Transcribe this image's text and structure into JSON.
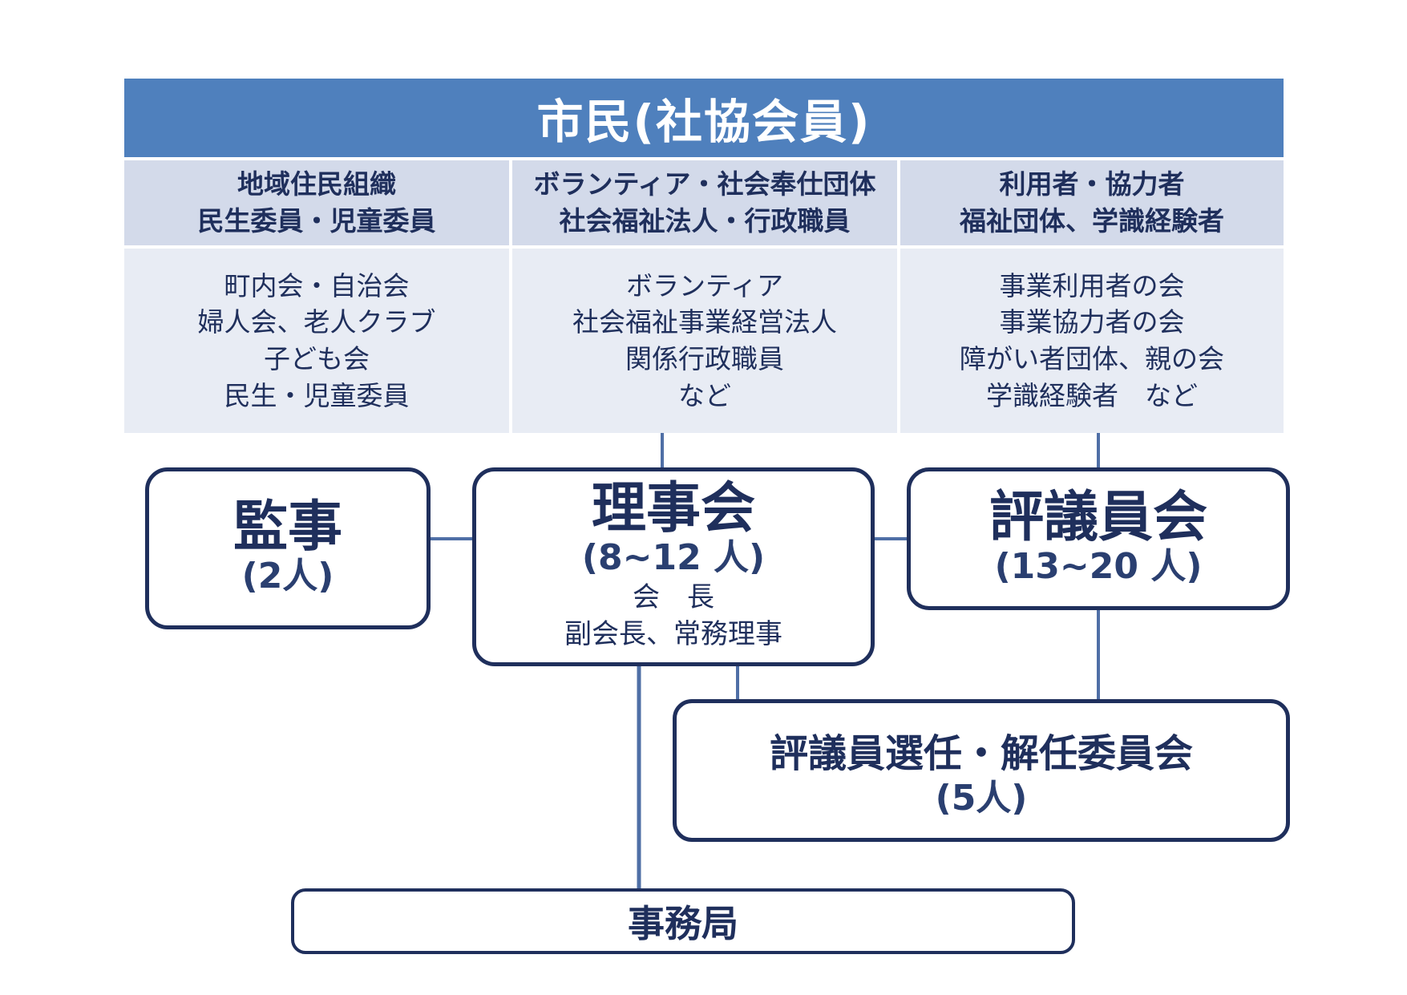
{
  "header": {
    "title": "市民(社協会員)"
  },
  "categories": [
    {
      "line1": "地域住民組織",
      "line2": "民生委員・児童委員"
    },
    {
      "line1": "ボランティア・社会奉仕団体",
      "line2": "社会福祉法人・行政職員"
    },
    {
      "line1": "利用者・協力者",
      "line2": "福祉団体、学識経験者"
    }
  ],
  "members": [
    {
      "lines": [
        "町内会・自治会",
        "婦人会、老人クラブ",
        "子ども会",
        "民生・児童委員"
      ]
    },
    {
      "lines": [
        "ボランティア",
        "社会福祉事業経営法人",
        "関係行政職員",
        "など"
      ]
    },
    {
      "lines": [
        "事業利用者の会",
        "事業協力者の会",
        "障がい者団体、親の会",
        "学識経験者　など"
      ]
    }
  ],
  "boxes": {
    "kanji": {
      "title": "監事",
      "count": "(2人)"
    },
    "board": {
      "title": "理事会",
      "count": "(8~12 人)",
      "line1": "会　長",
      "line2": "副会長、常務理事"
    },
    "council": {
      "title": "評議員会",
      "count": "(13~20 人)"
    },
    "selection": {
      "title": "評議員選任・解任委員会",
      "count": "(5人)"
    },
    "secretariat": {
      "title": "事務局"
    }
  },
  "colors": {
    "header": "#4f80bd",
    "category_bg": "#d3daea",
    "member_bg": "#e8ecf4",
    "box_border": "#1f2f5c",
    "connector": "#4f6fa6"
  }
}
